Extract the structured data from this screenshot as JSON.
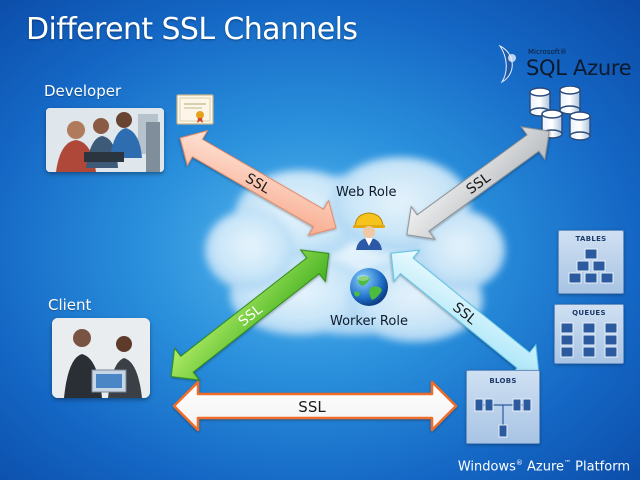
{
  "title": "Different SSL Channels",
  "nodes": {
    "developer": "Developer",
    "client": "Client",
    "web_role": "Web Role",
    "worker_role": "Worker Role"
  },
  "sql_azure": {
    "small": "Microsoft®",
    "main": "SQL Azure"
  },
  "storage": {
    "tables": "TABLES",
    "queues": "QUEUES",
    "blobs": "BLOBS"
  },
  "arrows": {
    "developer_web": "SSL",
    "sql_web": "SSL",
    "client_worker": "SSL",
    "worker_storage": "SSL",
    "client_blobs": "SSL"
  },
  "footer": {
    "windows": "Windows",
    "azure": "Azure",
    "platform": "Platform",
    "reg": "®",
    "tm": "™"
  }
}
